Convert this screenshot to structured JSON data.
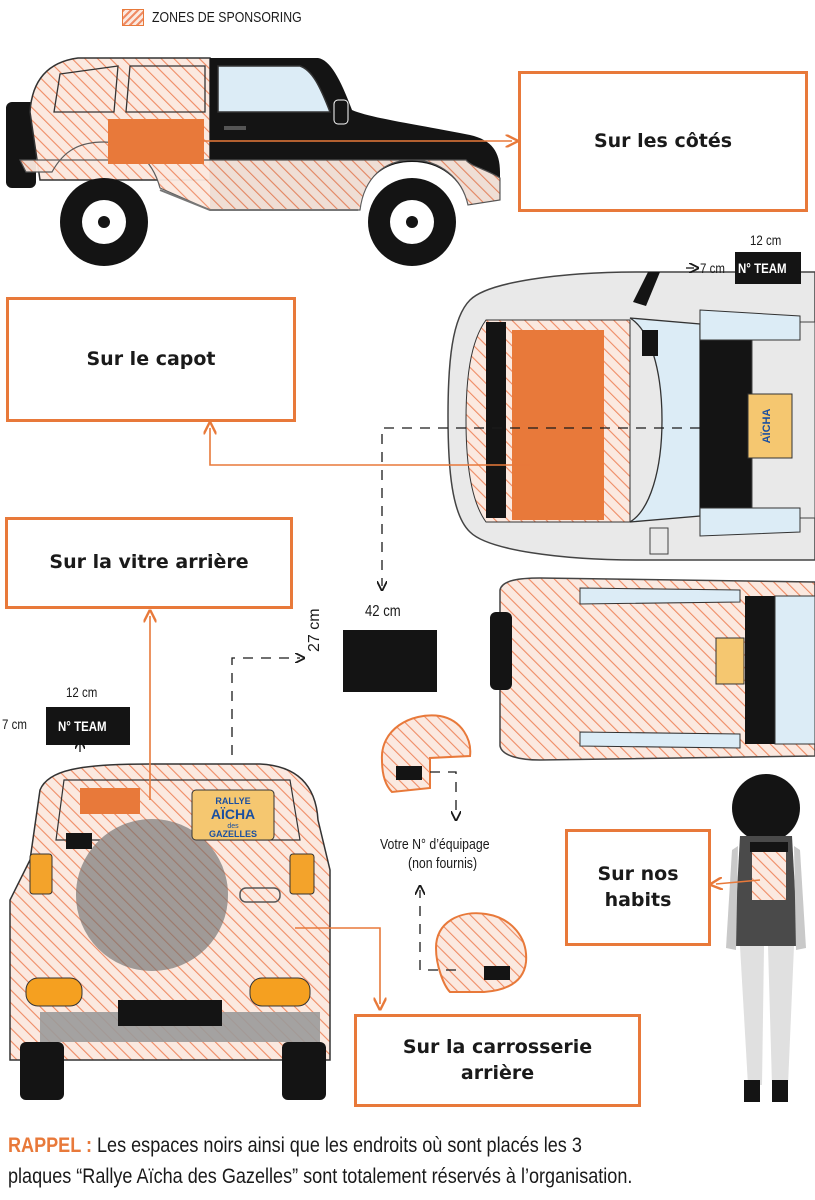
{
  "legend": {
    "label": "ZONES DE SPONSORING"
  },
  "callouts": {
    "sides": "Sur les côtés",
    "hood": "Sur le capot",
    "rear_window": "Sur la vitre  arrière",
    "clothes": "Sur nos habits",
    "rear_body": "Sur la carrosserie arrière"
  },
  "plates": {
    "team_label": "N° TEAM",
    "width_label": "12 cm",
    "height_label": "7 cm",
    "rear_plate_width": "42 cm",
    "rear_plate_height": "27 cm"
  },
  "crew_number": {
    "label": "Votre N° d’équipage",
    "note": "(non fournis)"
  },
  "logo": {
    "line1": "RALLYE",
    "line2": "AÏCHA",
    "line3": "des",
    "line4": "GAZELLES"
  },
  "footer": {
    "lead": "RAPPEL :",
    "line1": "Les espaces noirs ainsi que les endroits où sont placés les 3",
    "line2": "plaques “Rallye Aïcha des Gazelles” sont totalement réservés à l’organisation."
  },
  "colors": {
    "accent": "#e8793a",
    "hatch": "#f0a07e",
    "black": "#141414",
    "glass": "#dcecf6",
    "silver": "#d8d8d8"
  }
}
